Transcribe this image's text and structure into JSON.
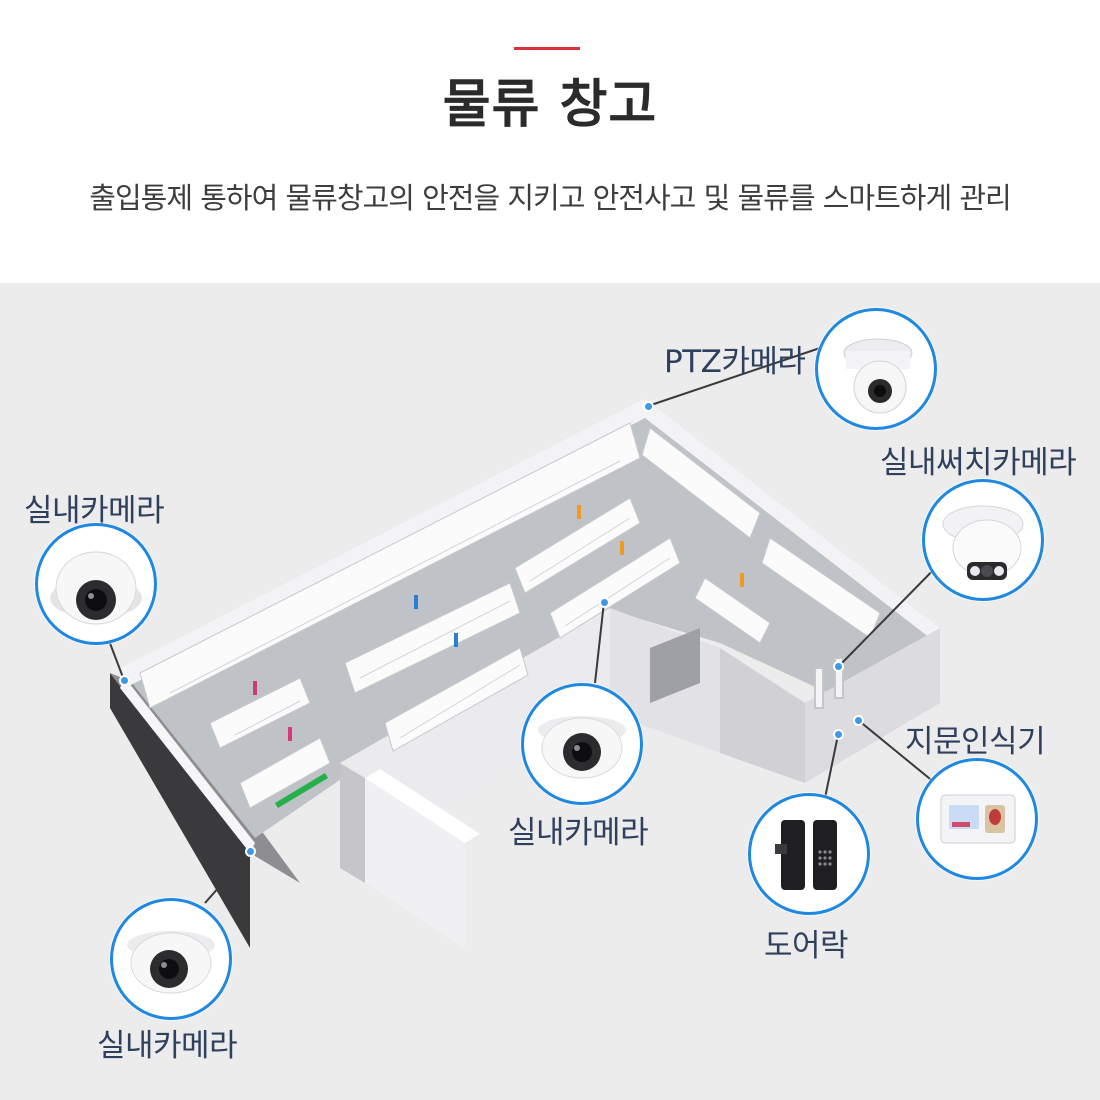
{
  "header": {
    "title": "물류 창고",
    "subtitle": "출입통제 통하여 물류창고의 안전을 지키고 안전사고 및 물류를 스마트하게 관리"
  },
  "colors": {
    "accent": "#d9333f",
    "device_ring": "#1f88e0",
    "label_text": "#2f3f5e",
    "scene_bg": "#ececec"
  },
  "devices": [
    {
      "label": "실내카메라",
      "icon": "dome-camera-icon"
    },
    {
      "label": "PTZ카메라",
      "icon": "ptz-camera-icon"
    },
    {
      "label": "실내써치카메라",
      "icon": "search-camera-icon"
    },
    {
      "label": "실내카메라",
      "icon": "dome-camera-icon"
    },
    {
      "label": "지문인식기",
      "icon": "fingerprint-reader-icon"
    },
    {
      "label": "도어락",
      "icon": "door-lock-icon"
    },
    {
      "label": "실내카메라",
      "icon": "dome-camera-icon"
    }
  ]
}
